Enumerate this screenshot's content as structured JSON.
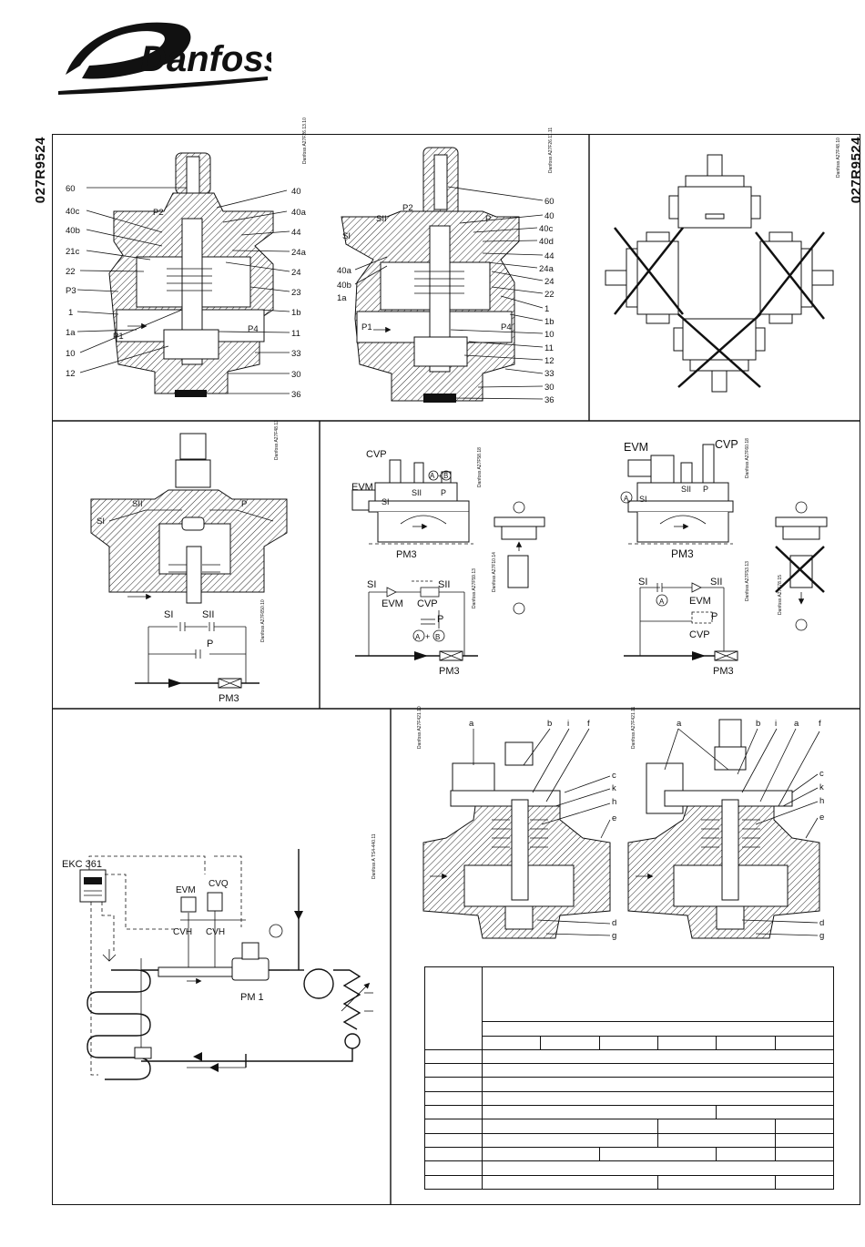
{
  "header": {
    "logo_text": "Danfoss",
    "doc_code": "027R9524"
  },
  "panel1": {
    "ref": "Danfoss A27F26.13.10",
    "labels_left": [
      "60",
      "40c",
      "40b",
      "21c",
      "22",
      "P3",
      "1",
      "1a",
      "10",
      "12"
    ],
    "labels_right": [
      "40",
      "40a",
      "44",
      "24a",
      "24",
      "23",
      "1b",
      "11",
      "33",
      "30",
      "36"
    ],
    "port_labels": [
      "P2",
      "P1",
      "P4"
    ]
  },
  "panel2": {
    "ref": "Danfoss A27F26.11.11",
    "labels_left": [
      "SII",
      "SI",
      "40a",
      "40b",
      "1a",
      "P1"
    ],
    "labels_right": [
      "60",
      "40",
      "40c",
      "40d",
      "44",
      "24a",
      "24",
      "22",
      "1",
      "1b",
      "10",
      "11",
      "12",
      "33",
      "30",
      "36"
    ],
    "port_labels": [
      "P2",
      "P",
      "P4"
    ]
  },
  "panel3": {
    "ref": "Danfoss A27F48.10"
  },
  "panel4": {
    "ref_top": "Danfoss A27F48.13",
    "ref_bottom": "Danfoss A27F650.10",
    "labels": [
      "SII",
      "P",
      "SI",
      "SI",
      "SII",
      "P"
    ],
    "model": "PM3"
  },
  "panel5": {
    "ref_top": "Danfoss A27F58.18",
    "ref_mid": "Danfoss A27F10.14",
    "ref_bottom": "Danfoss A27F59.13",
    "labels": [
      "CVP",
      "EVM",
      "SI",
      "SII",
      "P",
      "A",
      "+",
      "B"
    ],
    "scheme_labels": [
      "SI",
      "SII",
      "EVM",
      "CVP",
      "P",
      "A",
      "+",
      "B"
    ],
    "model": "PM3"
  },
  "panel6": {
    "ref_top": "Danfoss A27F60.18",
    "ref_mid": "Danfoss A27F53.13",
    "ref_bottom": "Danfoss A27F78.15",
    "labels": [
      "EVM",
      "CVP",
      "A",
      "SI",
      "SII",
      "P"
    ],
    "scheme_labels": [
      "SI",
      "SII",
      "A",
      "EVM",
      "P",
      "CVP"
    ],
    "model": "PM3"
  },
  "panel7": {
    "ref": "Danfoss A TS4-440.11",
    "labels": [
      "EKC 361",
      "EVM",
      "CVQ",
      "CVH",
      "CVH",
      "PM 1"
    ]
  },
  "panel8": {
    "ref_left": "Danfoss A27F421.10",
    "ref_right": "Danfoss A27F421.11",
    "labels_left_top": [
      "a",
      "b",
      "i",
      "f"
    ],
    "labels_left_side": [
      "c",
      "k",
      "h",
      "e",
      "d",
      "g"
    ],
    "labels_right_top": [
      "a",
      "b",
      "i",
      "a",
      "f"
    ],
    "labels_right_side": [
      "c",
      "k",
      "h",
      "e",
      "d",
      "g"
    ]
  }
}
